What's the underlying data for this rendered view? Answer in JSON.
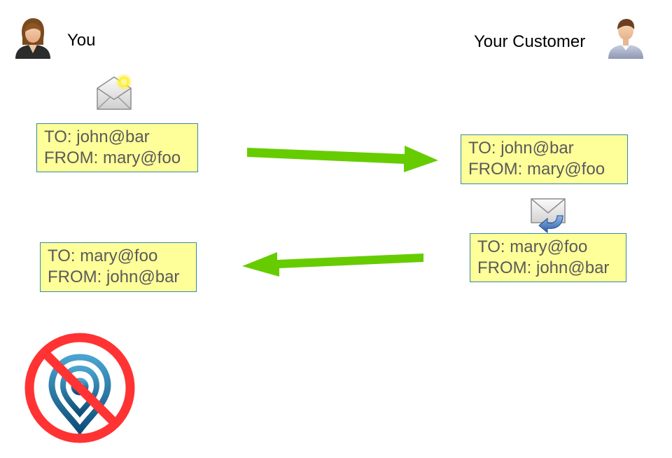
{
  "participants": {
    "you": {
      "label": "You",
      "icon": "woman-avatar-icon"
    },
    "customer": {
      "label": "Your Customer",
      "icon": "man-avatar-icon"
    }
  },
  "messages": {
    "sent_original": {
      "to": "TO: john@bar",
      "from": "FROM: mary@foo",
      "icon": "new-mail-icon"
    },
    "received_original": {
      "to": "TO: john@bar",
      "from": "FROM: mary@foo"
    },
    "reply_sent": {
      "to": "TO: mary@foo",
      "from": "FROM: john@bar",
      "icon": "reply-mail-icon"
    },
    "reply_received": {
      "to": "TO: mary@foo",
      "from": "FROM: john@bar"
    }
  },
  "arrows": {
    "outgoing": {
      "direction": "right",
      "color": "#66cc00"
    },
    "incoming": {
      "direction": "left",
      "color": "#66cc00"
    }
  },
  "prohibition": {
    "icon": "no-tracking-pin-icon",
    "ring_color": "#ff3333",
    "pin_color": "#1a6f9e"
  },
  "colors": {
    "box_fill": "#ffff99",
    "box_border": "#3a87a8",
    "box_text": "#5a5a5a"
  }
}
